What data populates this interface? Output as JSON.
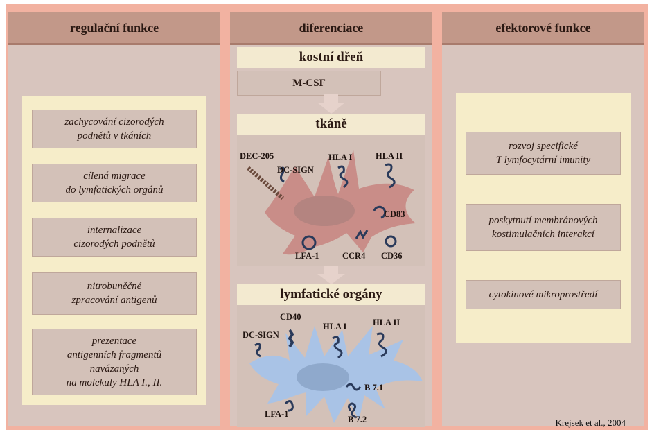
{
  "columns": {
    "left": {
      "header": "regulační funkce"
    },
    "middle": {
      "header": "diferenciace"
    },
    "right": {
      "header": "efektorové funkce"
    }
  },
  "regulatory_functions": [
    "zachycování cizorodých\npodnětů v tkáních",
    "cílená migrace\ndo lymfatických orgánů",
    "internalizace\ncizorodých podnětů",
    "nitrobuněčné\nzpracování antigenů",
    "prezentace\nantigenních fragmentů\nnavázaných\nna molekuly HLA I., II."
  ],
  "differentiation": {
    "stage1": "kostní dřeň",
    "factor": "M-CSF",
    "stage2": "tkáně",
    "tissue_cell_labels": {
      "dec205": "DEC-205",
      "dcsign": "DC-SIGN",
      "hla1": "HLA I",
      "hla2": "HLA II",
      "cd83": "CD83",
      "lfa1": "LFA-1",
      "ccr4": "CCR4",
      "cd36": "CD36"
    },
    "stage3": "lymfatické orgány",
    "lymph_cell_labels": {
      "cd40": "CD40",
      "dcsign": "DC-SIGN",
      "hla1": "HLA I",
      "hla2": "HLA II",
      "b71": "B 7.1",
      "lfa1": "LFA-1",
      "b72": "B 7.2"
    }
  },
  "effector_functions": [
    "rozvoj specifické\nT lymfocytární imunity",
    "poskytnutí membránových\nkostimulačních interakcí",
    "cytokinové mikroprostředí"
  ],
  "credit": "Krejsek et al., 2004",
  "colors": {
    "frame": "#f2b2a1",
    "column": "#d8c5be",
    "header": "#c29889",
    "panel": "#f6edc9",
    "box": "#d3c1b8",
    "tissue_cell": "#c98d88",
    "lymph_cell": "#a9c3e6"
  }
}
